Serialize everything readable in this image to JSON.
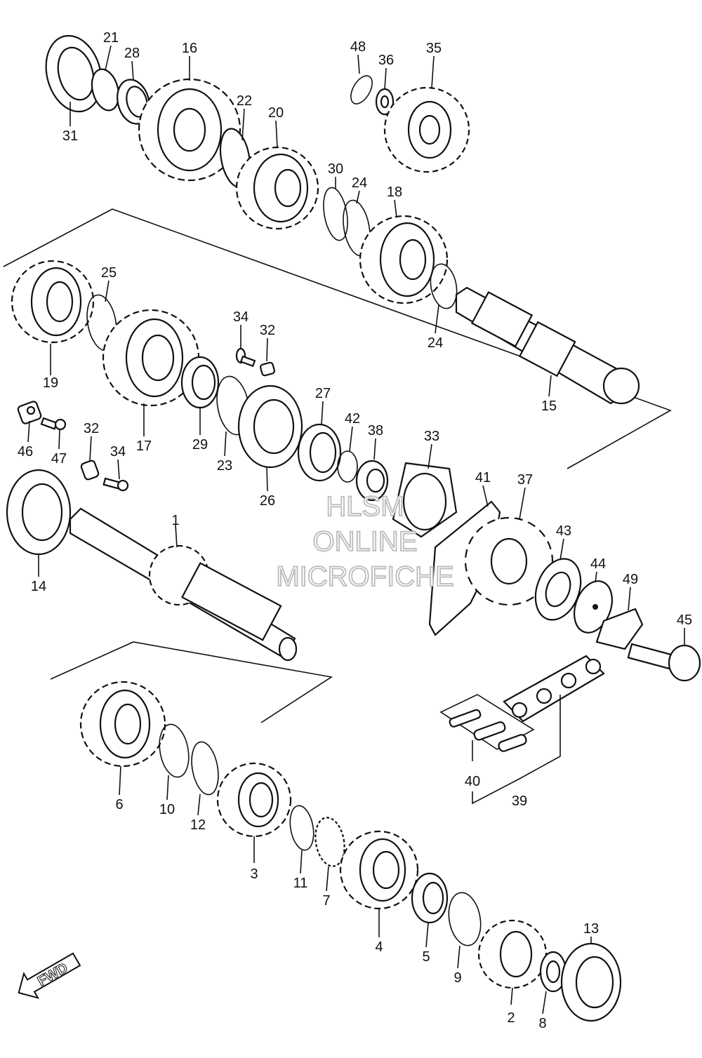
{
  "watermark": [
    "HLSM",
    "ONLINE",
    "MICROFICHE"
  ],
  "direction_label": "FWD",
  "callouts": [
    "1",
    "2",
    "3",
    "4",
    "5",
    "6",
    "7",
    "8",
    "9",
    "10",
    "11",
    "12",
    "13",
    "14",
    "15",
    "16",
    "17",
    "18",
    "19",
    "20",
    "21",
    "22",
    "23",
    "24",
    "25",
    "26",
    "27",
    "28",
    "29",
    "30",
    "31",
    "32",
    "33",
    "34",
    "35",
    "36",
    "37",
    "38",
    "39",
    "40",
    "41",
    "42",
    "43",
    "44",
    "45",
    "46",
    "47",
    "48",
    "49"
  ],
  "extra_callouts": [
    "24",
    "32",
    "34"
  ]
}
